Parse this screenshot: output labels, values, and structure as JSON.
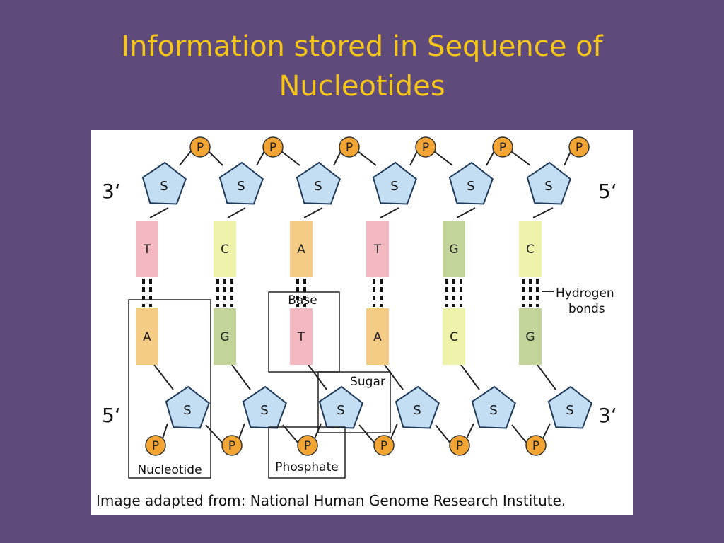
{
  "slide": {
    "title_line1": "Information stored in Sequence of",
    "title_line2": "Nucleotides"
  },
  "diagram": {
    "strand_labels": {
      "top_left": "3‘",
      "top_right": "5‘",
      "bottom_left": "5‘",
      "bottom_right": "3‘"
    },
    "top_bases": [
      "T",
      "C",
      "A",
      "T",
      "G",
      "C"
    ],
    "bottom_bases": [
      "A",
      "G",
      "T",
      "A",
      "C",
      "G"
    ],
    "hydrogen_bond_counts": [
      2,
      3,
      2,
      2,
      3,
      3
    ],
    "sugar_label": "S",
    "phosphate_label": "P",
    "labels": {
      "hydrogen_line1": "Hydrogen",
      "hydrogen_line2": "bonds",
      "base": "Base",
      "sugar": "Sugar",
      "nucleotide": "Nucleotide",
      "phosphate": "Phosphate"
    },
    "caption": "Image adapted from: National Human Genome Research Institute.",
    "colors": {
      "A": "#f5cc86",
      "T": "#f4b8c0",
      "C": "#eef2aa",
      "G": "#c2d49a",
      "sugar_fill": "#c3ddf3",
      "sugar_stroke": "#1f3a5a",
      "phosphate_fill": "#f3a533",
      "phosphate_stroke": "#333333"
    }
  }
}
